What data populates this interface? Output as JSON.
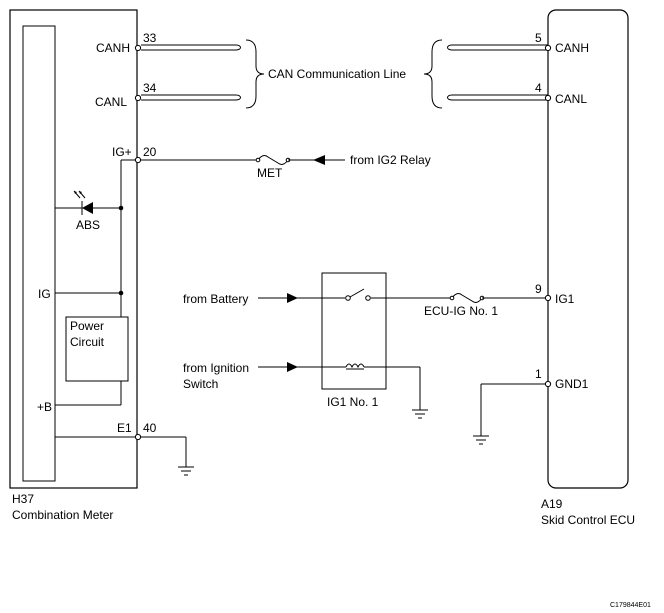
{
  "combination_meter": {
    "connector": "H37",
    "name": "Combination Meter",
    "pins": {
      "canh": {
        "label": "CANH",
        "num": "33"
      },
      "canl": {
        "label": "CANL",
        "num": "34"
      },
      "igplus": {
        "label": "IG+",
        "num": "20"
      },
      "e1": {
        "label": "E1",
        "num": "40"
      }
    },
    "internal": {
      "abs_label": "ABS",
      "ig_label": "IG",
      "power_circuit_line1": "Power",
      "power_circuit_line2": "Circuit",
      "plus_b_label": "+B"
    }
  },
  "skid_control_ecu": {
    "connector": "A19",
    "name": "Skid Control ECU",
    "pins": {
      "canh": {
        "label": "CANH",
        "num": "5"
      },
      "canl": {
        "label": "CANL",
        "num": "4"
      },
      "ig1": {
        "label": "IG1",
        "num": "9"
      },
      "gnd1": {
        "label": "GND1",
        "num": "1"
      }
    }
  },
  "can_line_label": "CAN Communication Line",
  "met_fuse_label": "MET",
  "from_ig2_relay": "from IG2 Relay",
  "from_battery": "from Battery",
  "from_ignition_line1": "from Ignition",
  "from_ignition_line2": "Switch",
  "relay_label": "IG1 No. 1",
  "ecu_ig_fuse_label": "ECU-IG No. 1",
  "figure_code": "C179844E01"
}
